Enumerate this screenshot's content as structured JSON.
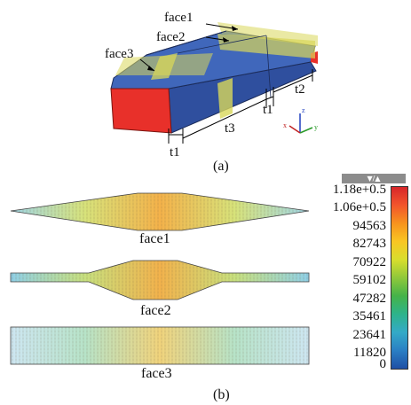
{
  "panel_a": {
    "caption": "(a)",
    "face_labels": [
      "face1",
      "face2",
      "face3"
    ],
    "thickness_labels": [
      "t1",
      "t3",
      "t1",
      "t2"
    ],
    "axis_labels": [
      "z",
      "y",
      "x"
    ]
  },
  "panel_b": {
    "caption": "(b)",
    "face_labels": [
      "face1",
      "face2",
      "face3"
    ]
  },
  "colorbar": {
    "header": "▼/▲",
    "tick_labels": [
      "1.18e+0.5",
      "1.06e+0.5",
      "94563",
      "82743",
      "70922",
      "59102",
      "47282",
      "35461",
      "23641",
      "11820",
      "0"
    ],
    "colors": [
      "#d7262a",
      "#f2552c",
      "#f7931e",
      "#f9c623",
      "#d8de2d",
      "#8fc83b",
      "#45b349",
      "#2db38b",
      "#34aac7",
      "#2a7fc4",
      "#1e4fa5"
    ]
  },
  "colors": {
    "box_top": "#3a5bb0",
    "box_side": "#2f4f9e",
    "box_end": "#e53030",
    "highlight": "#d8d75a"
  }
}
